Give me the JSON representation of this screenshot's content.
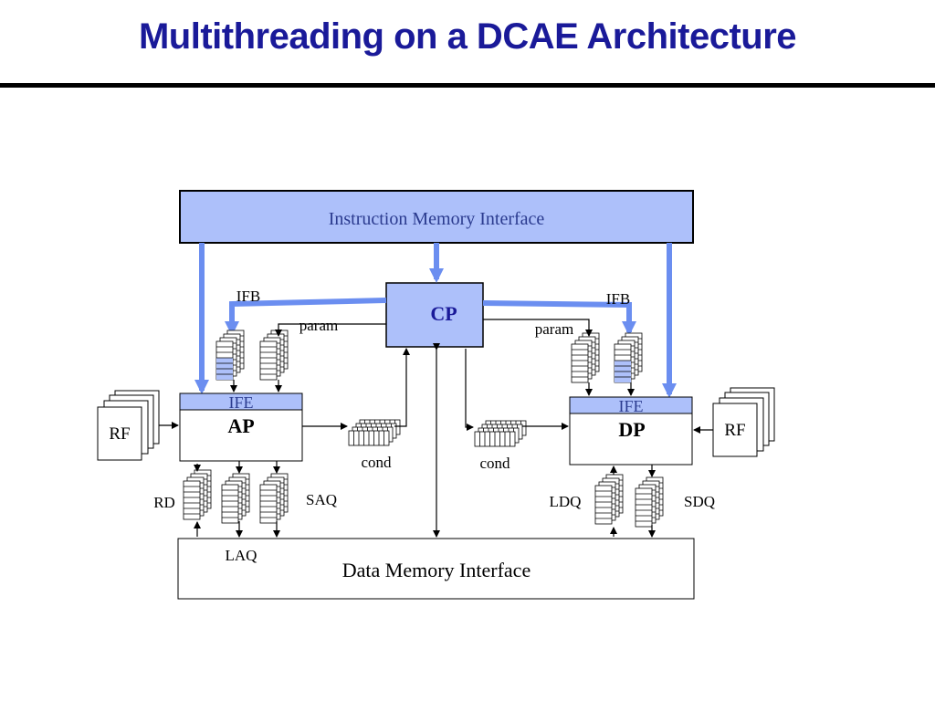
{
  "slide": {
    "title": "Multithreading on a DCAE Architecture"
  },
  "diagram": {
    "instruction_memory": "Instruction Memory Interface",
    "data_memory": "Data Memory Interface",
    "cp": "CP",
    "ap": "AP",
    "dp": "DP",
    "ife_left": "IFE",
    "ife_right": "IFE",
    "ifb_left": "IFB",
    "ifb_right": "IFB",
    "param_left": "param",
    "param_right": "param",
    "cond_left": "cond",
    "cond_right": "cond",
    "rf_left": "RF",
    "rf_right": "RF",
    "rd": "RD",
    "laq": "LAQ",
    "saq": "SAQ",
    "ldq": "LDQ",
    "sdq": "SDQ"
  },
  "colors": {
    "title": "#1a1a99",
    "interface_fill": "#adc0fa",
    "arrow_blue": "#6b8ef0",
    "line": "#000000"
  }
}
